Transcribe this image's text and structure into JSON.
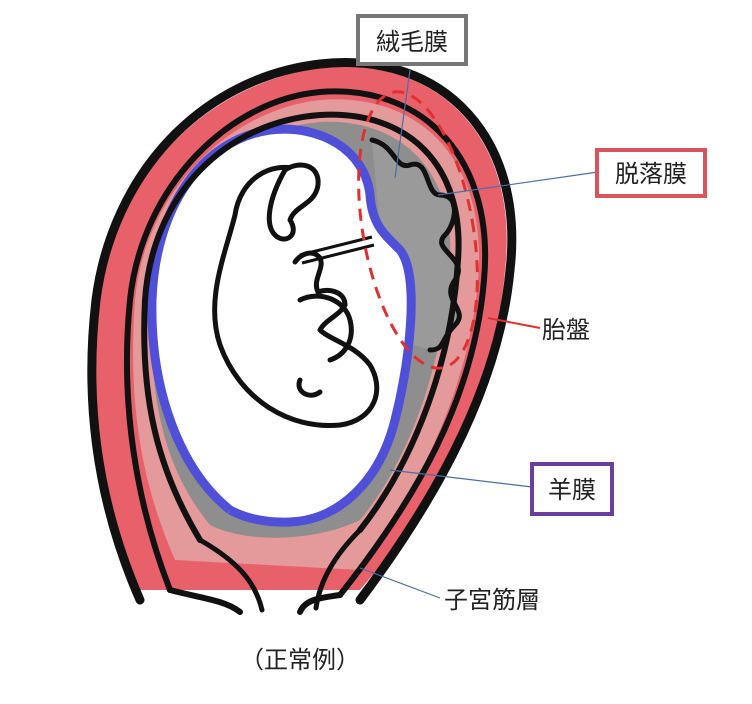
{
  "labels": {
    "chorion": "絨毛膜",
    "decidua": "脱落膜",
    "placenta": "胎盤",
    "amnion": "羊膜",
    "myometrium": "子宮筋層",
    "caption": "（正常例）"
  },
  "colors": {
    "myometrium": "#e8606a",
    "decidua": "#e49a9a",
    "chorion_gray": "#8e8e8e",
    "amnion_blue": "#4f4fd8",
    "outline": "#111111",
    "placenta_dash": "#e03030",
    "chorion_box": "#777777",
    "decidua_box": "#d9545e",
    "amnion_box": "#6a3fa0",
    "leader_line": "#4a6fa5"
  }
}
